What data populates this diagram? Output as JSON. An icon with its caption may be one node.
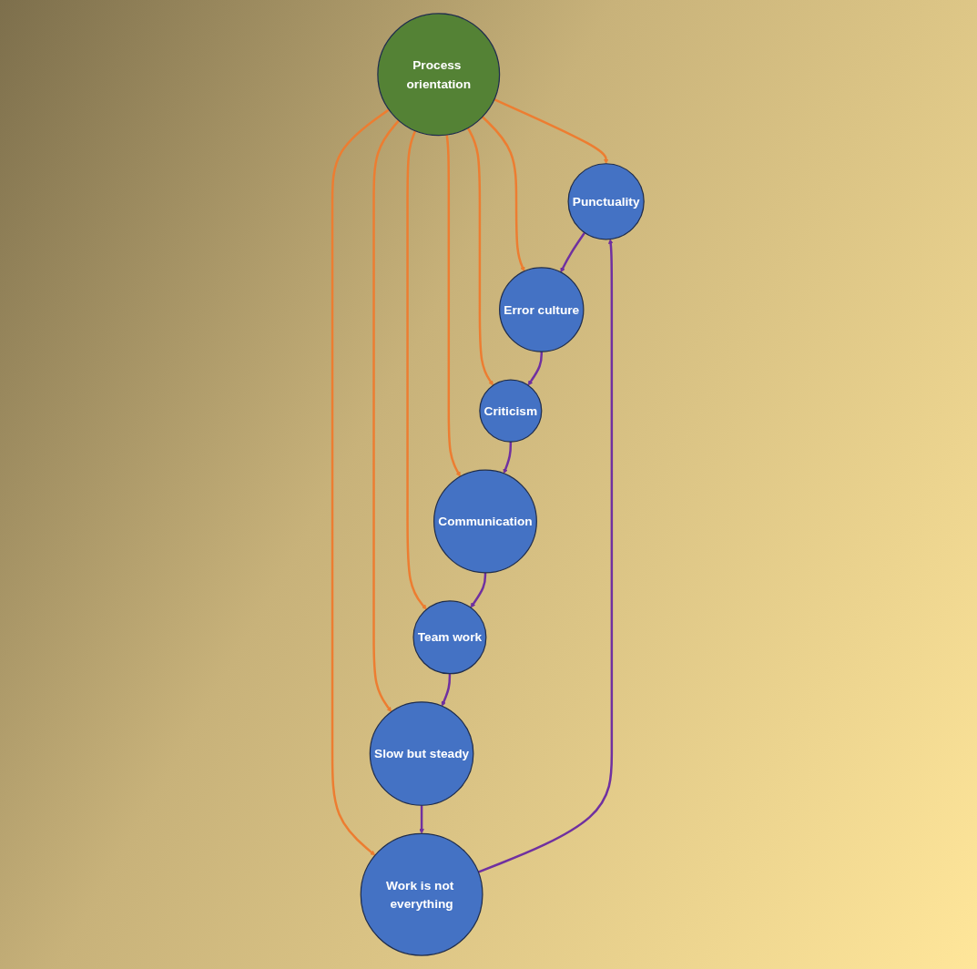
{
  "diagram": {
    "nodes": [
      {
        "text": [
          "Process orientation"
        ]
      },
      {
        "text": [
          "Punctuality"
        ]
      },
      {
        "text": [
          "Error culture"
        ]
      },
      {
        "text": [
          "Criticism"
        ]
      },
      {
        "text": [
          "Communication"
        ]
      },
      {
        "text": [
          "Team work"
        ]
      },
      {
        "text": [
          "Slow  but steady"
        ]
      },
      {
        "text": [
          "Work is not everything"
        ]
      }
    ],
    "edges": [
      {
        "from": 0,
        "to": 1,
        "arrow": "to",
        "color": "#ed7d31"
      },
      {
        "from": 0,
        "to": 2,
        "arrow": "to",
        "color": "#ed7d31"
      },
      {
        "from": 0,
        "to": 3,
        "arrow": "to",
        "color": "#ed7d31"
      },
      {
        "from": 0,
        "to": 4,
        "arrow": "to",
        "color": "#ed7d31"
      },
      {
        "from": 0,
        "to": 5,
        "arrow": "to",
        "color": "#ed7d31"
      },
      {
        "from": 0,
        "to": 6,
        "arrow": "to",
        "color": "#ed7d31"
      },
      {
        "from": 0,
        "to": 7,
        "arrow": "to",
        "color": "#ed7d31"
      },
      {
        "from": 1,
        "to": 2,
        "arrow": "to",
        "color": "#7030a0"
      },
      {
        "from": 2,
        "to": 3,
        "arrow": "to",
        "color": "#7030a0"
      },
      {
        "from": 3,
        "to": 4,
        "arrow": "to",
        "color": "#7030a0"
      },
      {
        "from": 4,
        "to": 5,
        "arrow": "to",
        "color": "#7030a0"
      },
      {
        "from": 5,
        "to": 6,
        "arrow": "to",
        "color": "#7030a0"
      },
      {
        "from": 6,
        "to": 7,
        "arrow": "to",
        "color": "#7030a0"
      },
      {
        "from": 7,
        "to": 1,
        "arrow": "to",
        "color": "#7030a0"
      }
    ]
  }
}
